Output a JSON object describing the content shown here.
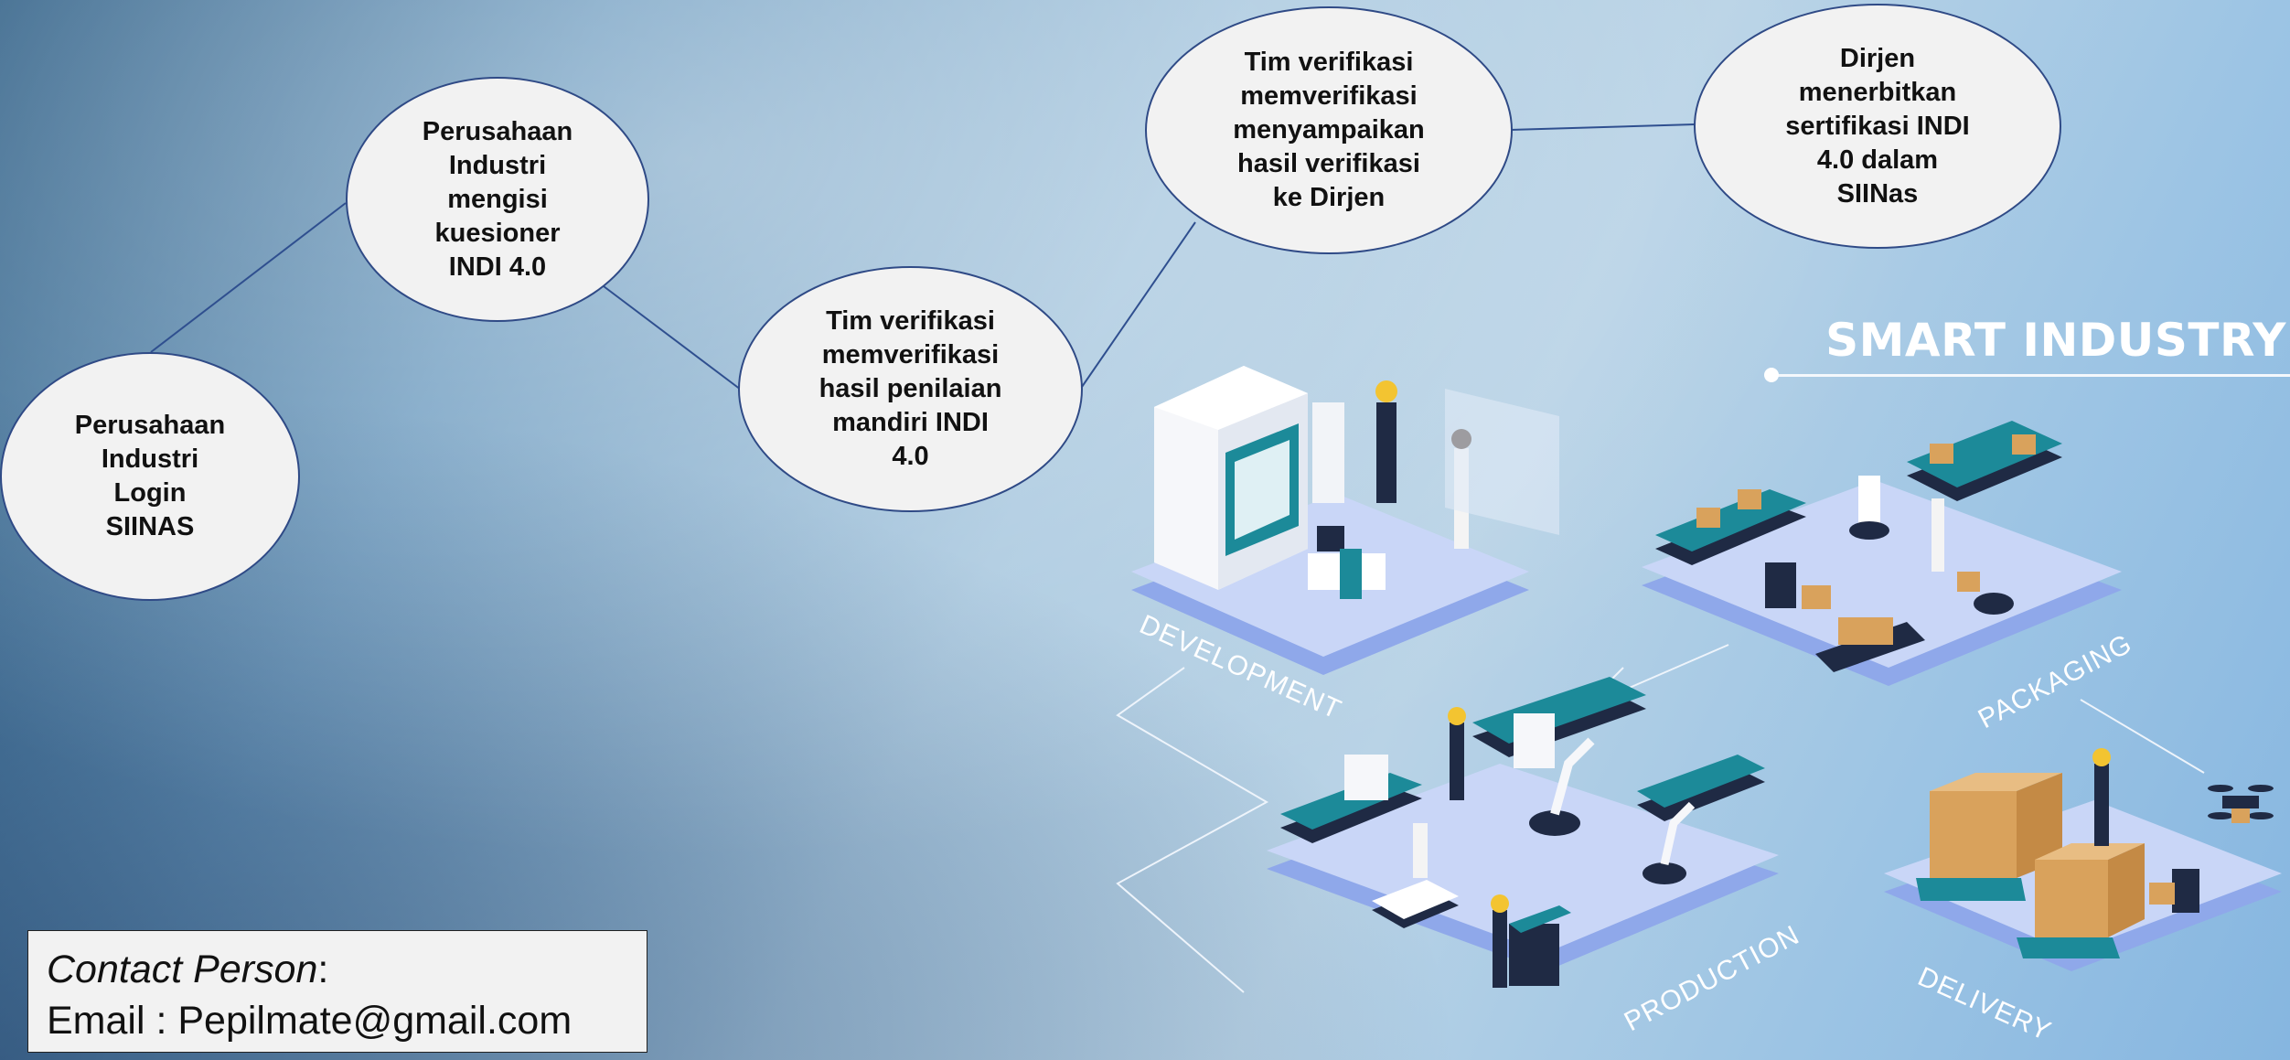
{
  "flow_nodes": [
    {
      "id": "n1",
      "text": "Perusahaan\nIndustri\nLogin\nSIINAS"
    },
    {
      "id": "n2",
      "text": "Perusahaan\nIndustri\nmengisi\nkuesioner\nINDI 4.0"
    },
    {
      "id": "n3",
      "text": "Tim verifikasi\nmemverifikasi\nhasil penilaian\nmandiri INDI\n4.0"
    },
    {
      "id": "n4",
      "text": "Tim verifikasi\nmemverifikasi\nmenyampaikan\nhasil verifikasi\nke Dirjen"
    },
    {
      "id": "n5",
      "text": "Dirjen\nmenerbitkan\nsertifikasi INDI\n4.0 dalam\nSIINas"
    }
  ],
  "illustration": {
    "title": "SMART INDUSTRY",
    "zones": [
      "DEVELOPMENT",
      "PACKAGING",
      "PRODUCTION",
      "DELIVERY"
    ]
  },
  "contact": {
    "label": "Contact Person",
    "separator": ":",
    "email_line": "Email : Pepilmate@gmail.com"
  },
  "colors": {
    "node_fill": "#f2f2f2",
    "node_border": "#2f4a86",
    "connector": "#2f4f8f",
    "platform": "#c9d6f7",
    "accent_teal": "#1c8a99"
  }
}
